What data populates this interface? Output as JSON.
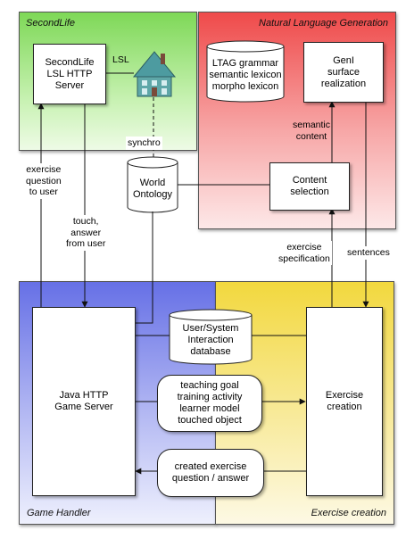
{
  "regions": {
    "second_life": "SecondLife",
    "nlg": "Natural Language Generation",
    "game_handler": "Game Handler",
    "exercise_creation": "Exercise creation"
  },
  "nodes": {
    "sl_server": "SecondLife\nLSL HTTP\nServer",
    "lsl": "LSL",
    "ltag": "LTAG grammar\nsemantic lexicon\nmorpho lexicon",
    "geni": "GenI\nsurface\nrealization",
    "content_selection": "Content\nselection",
    "world_ontology": "World\nOntology",
    "java_server": "Java HTTP\nGame Server",
    "interaction_db": "User/System\nInteraction\ndatabase",
    "exercise_creation": "Exercise\ncreation",
    "teaching": "teaching goal\ntraining activity\nlearner model\ntouched object",
    "created_exercise": "created exercise\nquestion / answer"
  },
  "edge_labels": {
    "synchro": "synchro",
    "semantic_content": "semantic\ncontent",
    "exercise_question": "exercise\nquestion\nto user",
    "touch_answer": "touch,\nanswer\nfrom user",
    "exercise_spec": "exercise\nspecification",
    "sentences": "sentences"
  },
  "colors": {
    "second_life": "#8fe06a",
    "nlg": "#f05a5a",
    "game_handler": "#6f78e8",
    "exercise_creation": "#f2dc4a"
  }
}
